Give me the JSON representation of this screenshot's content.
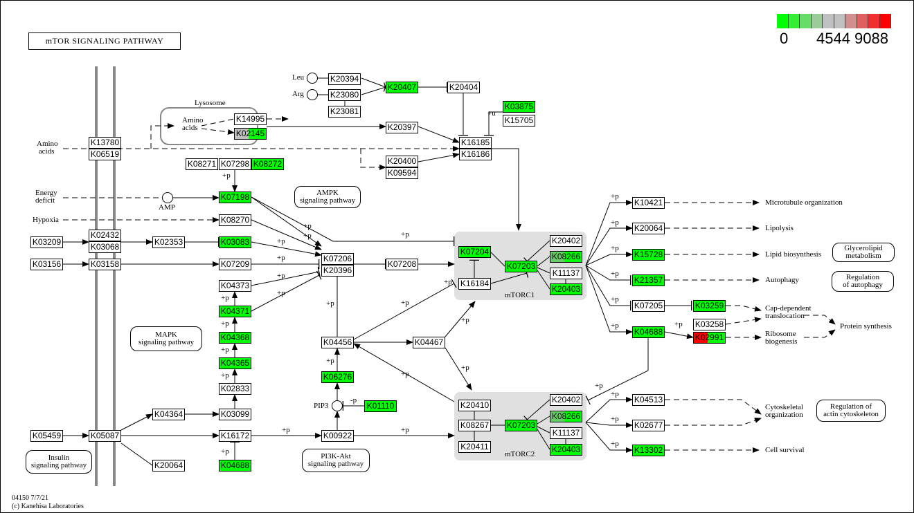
{
  "title": "mTOR SIGNALING PATHWAY",
  "legend": {
    "colors": [
      "#00ff00",
      "#33ee33",
      "#66dd66",
      "#99cc99",
      "#c0c0c0",
      "#c0c0c0",
      "#d09090",
      "#e06060",
      "#f03030",
      "#ff0000"
    ],
    "min_label": "0",
    "mid_label": "4544",
    "max_label": "9088"
  },
  "nodes": [
    {
      "label": "K20394",
      "fill": "#ffffff"
    },
    {
      "label": "K20407",
      "fill": "#00ff00"
    },
    {
      "label": "K20404",
      "fill": "#ffffff"
    },
    {
      "label": "K23080",
      "fill": "#ffffff"
    },
    {
      "label": "K23081",
      "fill": "#ffffff"
    },
    {
      "label": "K03875",
      "fill": "#00ff00"
    },
    {
      "label": "K15705",
      "fill": "#ffffff"
    },
    {
      "label": "K14995",
      "fill": "#ffffff"
    },
    {
      "label": "K02145",
      "fill": [
        "#c0c0c0",
        "#00ff00"
      ]
    },
    {
      "label": "K20397",
      "fill": "#ffffff"
    },
    {
      "label": "K16185",
      "fill": "#ffffff"
    },
    {
      "label": "K16186",
      "fill": "#ffffff"
    },
    {
      "label": "K13780",
      "fill": "#ffffff"
    },
    {
      "label": "K06519",
      "fill": "#ffffff"
    },
    {
      "label": "K20400",
      "fill": "#ffffff"
    },
    {
      "label": "K09594",
      "fill": "#ffffff"
    },
    {
      "label": "K08271",
      "fill": "#ffffff"
    },
    {
      "label": "K07298",
      "fill": "#ffffff"
    },
    {
      "label": "K08272",
      "fill": "#00ff00"
    },
    {
      "label": "K07198",
      "fill": "#00ff00"
    },
    {
      "label": "K08270",
      "fill": "#ffffff"
    },
    {
      "label": "K02432",
      "fill": "#ffffff"
    },
    {
      "label": "K03068",
      "fill": "#ffffff"
    },
    {
      "label": "K03209",
      "fill": "#ffffff"
    },
    {
      "label": "K02353",
      "fill": "#ffffff"
    },
    {
      "label": "K03083",
      "fill": "#00ff00"
    },
    {
      "label": "K07206",
      "fill": "#ffffff"
    },
    {
      "label": "K20396",
      "fill": "#ffffff"
    },
    {
      "label": "K07208",
      "fill": "#ffffff"
    },
    {
      "label": "K03156",
      "fill": "#ffffff"
    },
    {
      "label": "K03158",
      "fill": "#ffffff"
    },
    {
      "label": "K07209",
      "fill": "#ffffff"
    },
    {
      "label": "K04373",
      "fill": "#ffffff"
    },
    {
      "label": "K04371",
      "fill": "#00ff00"
    },
    {
      "label": "K04368",
      "fill": "#00ff00"
    },
    {
      "label": "K04365",
      "fill": "#00ff00"
    },
    {
      "label": "K02833",
      "fill": "#ffffff"
    },
    {
      "label": "K03099",
      "fill": "#ffffff"
    },
    {
      "label": "K04364",
      "fill": "#ffffff"
    },
    {
      "label": "K04456",
      "fill": "#ffffff"
    },
    {
      "label": "K04467",
      "fill": "#ffffff"
    },
    {
      "label": "K06276",
      "fill": "#00ff00"
    },
    {
      "label": "K01110",
      "fill": "#00ff00"
    },
    {
      "label": "K00922",
      "fill": "#ffffff"
    },
    {
      "label": "K16172",
      "fill": "#ffffff"
    },
    {
      "label": "K05459",
      "fill": "#ffffff"
    },
    {
      "label": "K05087",
      "fill": "#ffffff"
    },
    {
      "label": "K20064",
      "fill": "#ffffff"
    },
    {
      "label": "K04688",
      "fill": "#00ff00"
    },
    {
      "label": "K07204",
      "fill": "#00ff00"
    },
    {
      "label": "K16184",
      "fill": "#ffffff"
    },
    {
      "label": "K07203",
      "fill": "#00ff00"
    },
    {
      "label": "K20402",
      "fill": "#ffffff"
    },
    {
      "label": "K08266",
      "fill": [
        "#66cc66",
        "#00ff00"
      ]
    },
    {
      "label": "K11137",
      "fill": "#ffffff"
    },
    {
      "label": "K20403",
      "fill": "#00ff00"
    },
    {
      "label": "K20410",
      "fill": "#ffffff"
    },
    {
      "label": "K08267",
      "fill": "#ffffff"
    },
    {
      "label": "K20411",
      "fill": "#ffffff"
    },
    {
      "label": "K07203",
      "fill": "#00ff00"
    },
    {
      "label": "K20402",
      "fill": "#ffffff"
    },
    {
      "label": "K08266",
      "fill": [
        "#66cc66",
        "#00ff00"
      ]
    },
    {
      "label": "K11137",
      "fill": "#ffffff"
    },
    {
      "label": "K20403",
      "fill": "#00ff00"
    },
    {
      "label": "K10421",
      "fill": "#ffffff"
    },
    {
      "label": "K20064",
      "fill": "#ffffff"
    },
    {
      "label": "K15728",
      "fill": "#00ff00"
    },
    {
      "label": "K21357",
      "fill": "#00ff00"
    },
    {
      "label": "K07205",
      "fill": "#ffffff"
    },
    {
      "label": "K04688",
      "fill": "#00ff00"
    },
    {
      "label": "K03259",
      "fill": "#00ff00"
    },
    {
      "label": "K03258",
      "fill": "#ffffff"
    },
    {
      "label": "K02991",
      "fill": [
        "#ff0000",
        "#00ff00"
      ]
    },
    {
      "label": "K04513",
      "fill": "#ffffff"
    },
    {
      "label": "K02677",
      "fill": "#ffffff"
    },
    {
      "label": "K13302",
      "fill": "#00ff00"
    }
  ],
  "labels": [
    "Leu",
    "Arg",
    "Lysosome",
    "Amino\nacids",
    "Amino\n acids",
    "Energy\ndeficit",
    "AMP",
    "Hypoxia",
    "PIP3",
    "mTORC1",
    "mTORC2",
    "Microtubule organization",
    "Lipolysis",
    "Lipid biosynthesis",
    "Autophagy",
    "Cap-dependent\ntranslocation",
    "Ribosome\nbiogenesis",
    "Protein synthesis",
    "Cytoskeletal\norganization",
    "Cell survival"
  ],
  "pathway_links": [
    "AMPK\nsignaling pathway",
    "MAPK\nsignaling pathway",
    "Insulin\nsignaling pathway",
    "PI3K-Akt\nsignaling pathway",
    "Glycerolipid\nmetabolism",
    "Regulation\nof autophagy",
    "Regulation of\nactin cytoskeleton"
  ],
  "edge_labels": [
    "+p",
    "+p",
    "+p",
    "+p",
    "+p",
    "+p",
    "+p",
    "+p",
    "+p",
    "+p",
    "+p",
    "+p",
    "+p",
    "+p",
    "+p",
    "+p",
    "+p",
    "+p",
    "+p",
    "+p",
    "+p",
    "+p",
    "+p",
    "+p",
    "+p",
    "+p",
    "+p",
    "+p",
    "+p",
    "+p",
    "+p",
    "+p",
    "+p",
    "-p",
    "+u"
  ],
  "footer": {
    "line1": "04150 7/7/21",
    "line2": "(c) Kanehisa Laboratories"
  }
}
